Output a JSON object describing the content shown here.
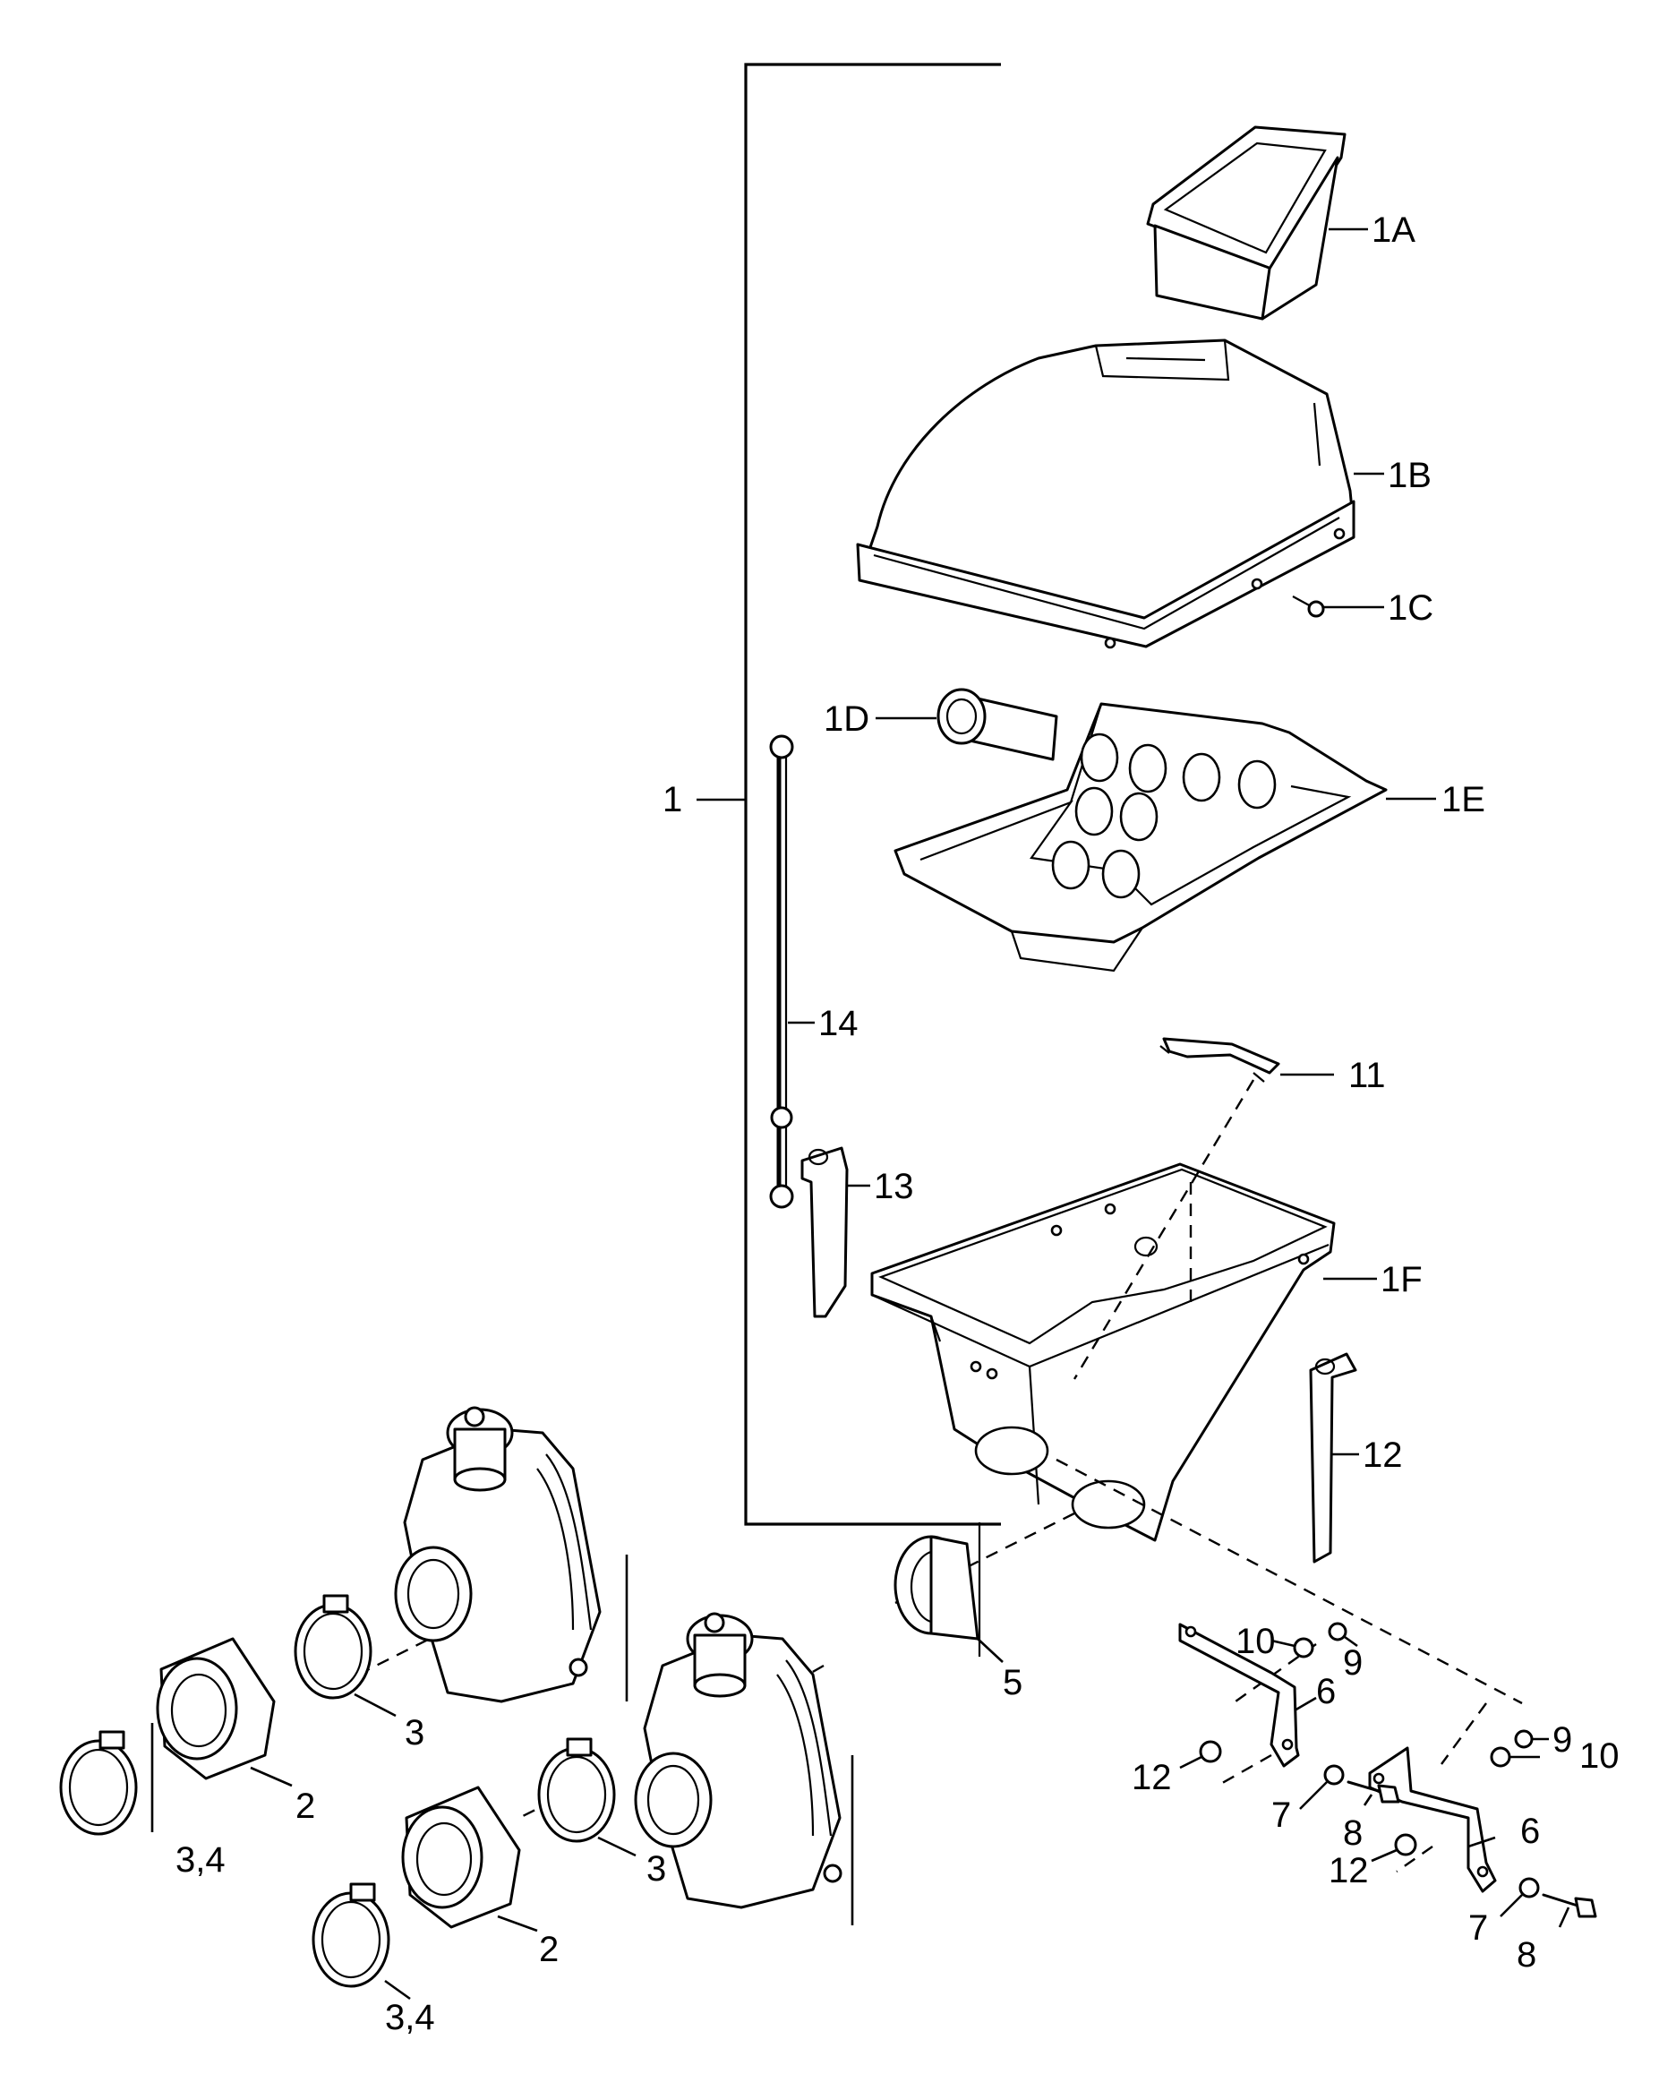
{
  "labels": {
    "l1": "1",
    "l1A": "1A",
    "l1B": "1B",
    "l1C": "1C",
    "l1D": "1D",
    "l1E": "1E",
    "l1F": "1F",
    "l2a": "2",
    "l2b": "2",
    "l3a": "3",
    "l3b": "3",
    "l34a": "3,4",
    "l34b": "3,4",
    "l5": "5",
    "l6a": "6",
    "l6b": "6",
    "l7a": "7",
    "l7b": "7",
    "l8a": "8",
    "l8b": "8",
    "l9a": "9",
    "l9b": "9",
    "l10a": "10",
    "l10b": "10",
    "l11": "11",
    "l12a": "12",
    "l12b": "12",
    "l12c": "12",
    "l13": "13",
    "l14": "14"
  },
  "colors": {
    "line": "#000000",
    "background": "#ffffff"
  }
}
